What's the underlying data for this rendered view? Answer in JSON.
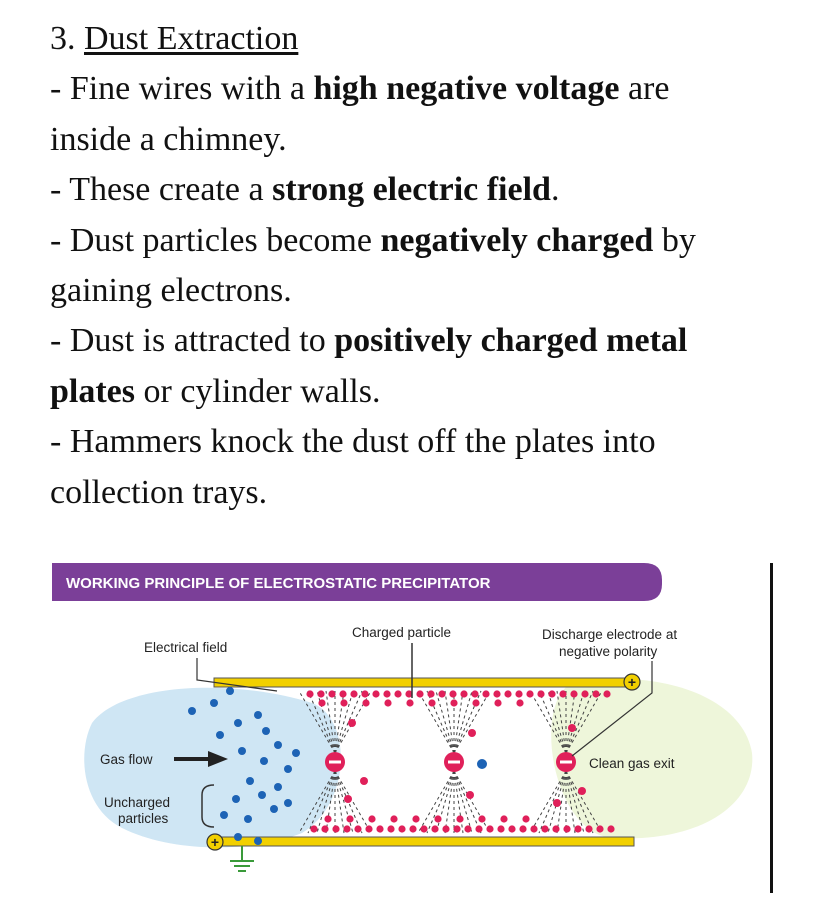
{
  "section": {
    "number": "3.",
    "title": "Dust Extraction"
  },
  "bullets": [
    {
      "prefix": "- Fine wires with a ",
      "bold": "high negative voltage",
      "suffix": " are",
      "cont": "inside a chimney."
    },
    {
      "prefix": "- These create a ",
      "bold": "strong electric field",
      "suffix": "."
    },
    {
      "prefix": "- Dust particles become ",
      "bold": "negatively charged",
      "suffix": " by",
      "cont": "gaining electrons."
    },
    {
      "prefix": "- Dust is attracted to ",
      "bold": "positively charged metal",
      "cont_bold": "plates",
      "cont": " or cylinder walls."
    },
    {
      "prefix": "- Hammers knock the dust off the plates into",
      "cont": "collection trays."
    }
  ],
  "diagram": {
    "banner": "WORKING PRINCIPLE OF ELECTROSTATIC PRECIPITATOR",
    "labels": {
      "charged_particle": "Charged particle",
      "discharge_line1": "Discharge electrode at",
      "discharge_line2": "negative polarity",
      "electrical_field": "Electrical field",
      "gas_flow": "Gas flow",
      "clean_gas": "Clean gas exit",
      "uncharged_line1": "Uncharged",
      "uncharged_line2": "particles"
    },
    "symbols": {
      "plus": "+",
      "minus": "−"
    },
    "colors": {
      "banner": "#7b3f98",
      "plate": "#f2d000",
      "negative": "#e0205a",
      "particle": "#1d63b5",
      "gas_zone": "#cfe6f4",
      "clean_zone": "#eef6da"
    }
  }
}
